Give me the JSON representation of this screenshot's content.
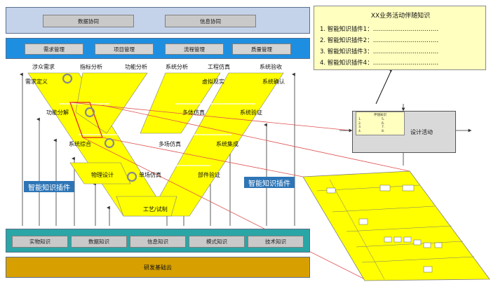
{
  "top_band": {
    "chips": [
      "数据协同",
      "信息协同"
    ]
  },
  "mgmt_band": {
    "chips": [
      "需求管理",
      "项目管理",
      "流程管理",
      "质量管理"
    ]
  },
  "v_model": {
    "top_labels": [
      "涉众需求",
      "指标分析",
      "功能分析",
      "系统分析",
      "工程仿真",
      "系统验收"
    ],
    "inner_labels": [
      "需求定义",
      "虚拟现实",
      "系统确认",
      "功能分解",
      "多体仿真",
      "系统验证",
      "系统综合",
      "多场仿真",
      "系统集成",
      "物理设计",
      "单场仿真",
      "部件验证",
      "工艺/试制"
    ]
  },
  "plugins": {
    "left": "智能知识插件",
    "right": "智能知识插件"
  },
  "knowledge_band": {
    "chips": [
      "实物知识",
      "数据知识",
      "信息知识",
      "模式知识",
      "技术知识"
    ]
  },
  "base_band": {
    "label": "研发基础云"
  },
  "annotation": {
    "title": "XX业务活动伴随知识",
    "rows": [
      "1.  智能知识插件1：……………………………",
      "2.  智能知识插件2：……………………………",
      "3.  智能知识插件3：……………………………",
      "4.  智能知识插件4：……………………………"
    ]
  },
  "activity": {
    "label": "设计活动",
    "inner_title": "伴随知识",
    "left_list": [
      "1.",
      "2.",
      "3.",
      "4."
    ],
    "right_list": [
      "5.",
      "6.",
      "7.",
      "8."
    ]
  },
  "colors": {
    "yellow": "#ffff00",
    "blue": "#1e8fe0",
    "gold": "#d7a000",
    "teal": "#2aa6a6",
    "plugin": "#2e75b6"
  }
}
